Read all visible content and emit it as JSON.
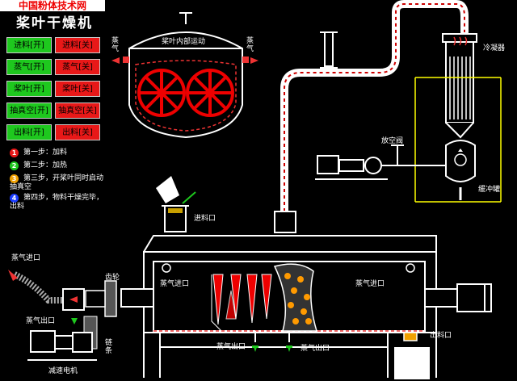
{
  "watermark": "中国粉体技术网",
  "title": "桨叶干燥机",
  "controls": [
    {
      "on": "进料[开]",
      "off": "进料[关]"
    },
    {
      "on": "蒸气[开]",
      "off": "蒸气[关]"
    },
    {
      "on": "桨叶[开]",
      "off": "桨叶[关]"
    },
    {
      "on": "抽真空[开]",
      "off": "抽真空[关]"
    },
    {
      "on": "出料[开]",
      "off": "出料[关]"
    }
  ],
  "steps": [
    {
      "num": "1",
      "color": "#e81818",
      "text": "第一步：加料"
    },
    {
      "num": "2",
      "color": "#1ec81e",
      "text": "第二步：加热"
    },
    {
      "num": "3",
      "color": "#f0a000",
      "text": "第三步，开桨叶同时启动抽真空"
    },
    {
      "num": "4",
      "color": "#1a3cff",
      "text": "第四步，物料干燥完毕，出料"
    }
  ],
  "labels": {
    "paddle_motion": "桨叶内部运动",
    "steam_left": "蒸气",
    "steam_right": "蒸气",
    "condenser": "冷凝器",
    "vent_valve": "放空阀",
    "buffer_tank": "缓冲罐",
    "feed_inlet": "进料口",
    "steam_inlet_left": "蒸气进口",
    "steam_outlet_left": "蒸气出口",
    "gear": "齿轮",
    "chain": "链条",
    "reducer_motor": "减速电机",
    "steam_inlet_a": "蒸气进口",
    "steam_inlet_b": "蒸气进口",
    "steam_outlet_a": "蒸气出口",
    "steam_outlet_b": "蒸气出口",
    "discharge": "出料口"
  },
  "colors": {
    "on": "#1ec81e",
    "off": "#e81818",
    "accent": "#ff2020"
  }
}
